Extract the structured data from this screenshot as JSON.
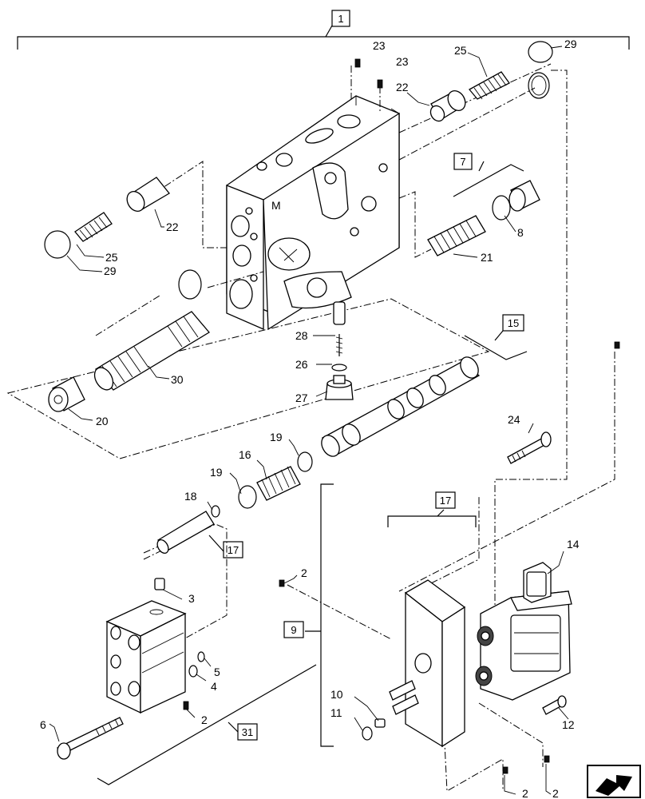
{
  "diagram": {
    "boxed_labels": [
      {
        "id": "b1",
        "text": "1"
      },
      {
        "id": "b7",
        "text": "7"
      },
      {
        "id": "b15",
        "text": "15"
      },
      {
        "id": "b17a",
        "text": "17"
      },
      {
        "id": "b17b",
        "text": "17"
      },
      {
        "id": "b9",
        "text": "9"
      },
      {
        "id": "b31",
        "text": "31"
      }
    ],
    "callouts": [
      {
        "id": "c23a",
        "text": "23"
      },
      {
        "id": "c23b",
        "text": "23"
      },
      {
        "id": "c25a",
        "text": "25"
      },
      {
        "id": "c29a",
        "text": "29"
      },
      {
        "id": "c22a",
        "text": "22"
      },
      {
        "id": "c22b",
        "text": "22"
      },
      {
        "id": "c25b",
        "text": "25"
      },
      {
        "id": "c29b",
        "text": "29"
      },
      {
        "id": "c8",
        "text": "8"
      },
      {
        "id": "c21",
        "text": "21"
      },
      {
        "id": "c28",
        "text": "28"
      },
      {
        "id": "c26",
        "text": "26"
      },
      {
        "id": "c27",
        "text": "27"
      },
      {
        "id": "c30",
        "text": "30"
      },
      {
        "id": "c20",
        "text": "20"
      },
      {
        "id": "c24",
        "text": "24"
      },
      {
        "id": "c19a",
        "text": "19"
      },
      {
        "id": "c16",
        "text": "16"
      },
      {
        "id": "c19b",
        "text": "19"
      },
      {
        "id": "c18",
        "text": "18"
      },
      {
        "id": "c14",
        "text": "14"
      },
      {
        "id": "c2a",
        "text": "2"
      },
      {
        "id": "c3",
        "text": "3"
      },
      {
        "id": "c5",
        "text": "5"
      },
      {
        "id": "c4",
        "text": "4"
      },
      {
        "id": "c2b",
        "text": "2"
      },
      {
        "id": "c6",
        "text": "6"
      },
      {
        "id": "c10",
        "text": "10"
      },
      {
        "id": "c11",
        "text": "11"
      },
      {
        "id": "c12",
        "text": "12"
      },
      {
        "id": "c2c",
        "text": "2"
      },
      {
        "id": "c2d",
        "text": "2"
      }
    ],
    "housing_marking": "M"
  }
}
